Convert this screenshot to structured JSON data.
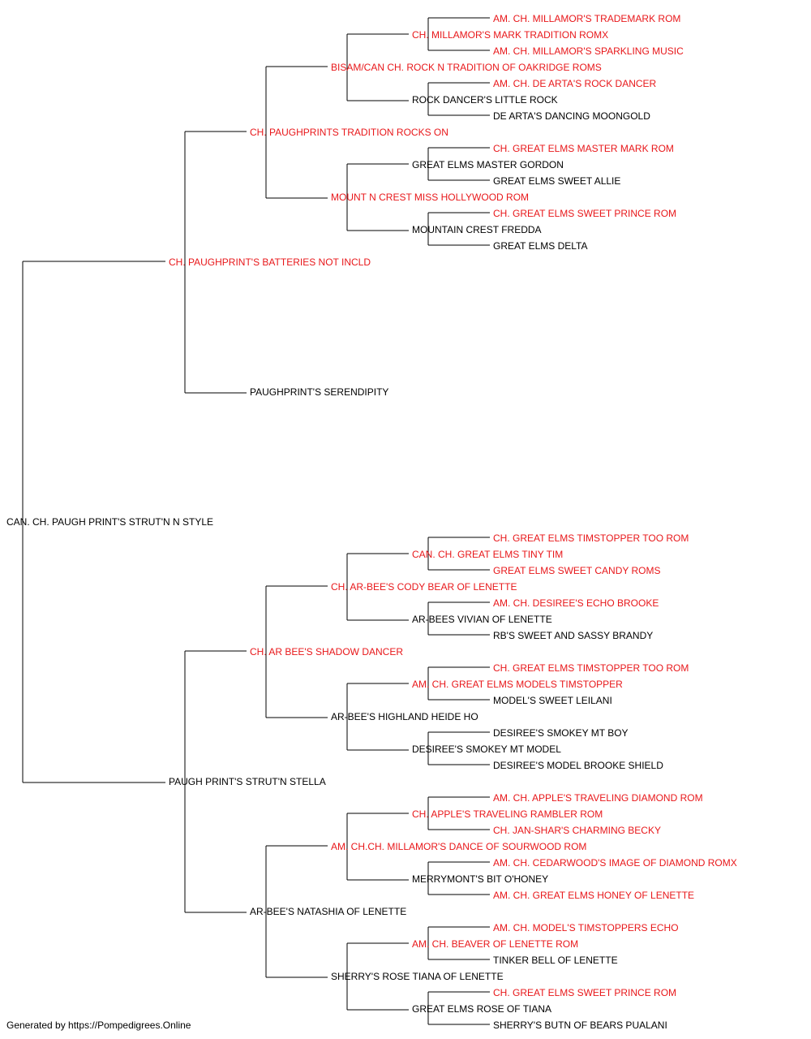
{
  "colors": {
    "champion": "#e8171a",
    "normal": "#000000",
    "line": "#000000"
  },
  "pedigree": {
    "subject": {
      "name": "CAN. CH. PAUGH PRINT'S STRUT'N N STYLE",
      "ch": false
    },
    "sire": {
      "name": "CH. PAUGHPRINT'S BATTERIES NOT INCLD",
      "ch": true
    },
    "dam": {
      "name": "PAUGH PRINT'S STRUT'N STELLA",
      "ch": false
    },
    "sire_sire": {
      "name": "CH. PAUGHPRINTS TRADITION ROCKS ON",
      "ch": true
    },
    "sire_dam": {
      "name": "PAUGHPRINT'S SERENDIPITY",
      "ch": false
    },
    "dam_sire": {
      "name": "CH. AR BEE'S SHADOW DANCER",
      "ch": true
    },
    "dam_dam": {
      "name": "AR-BEE'S NATASHIA OF LENETTE",
      "ch": false
    },
    "ss_sire": {
      "name": "BISAM/CAN CH. ROCK N TRADITION OF OAKRIDGE ROMS",
      "ch": true
    },
    "ss_dam": {
      "name": "MOUNT N CREST MISS HOLLYWOOD ROM",
      "ch": true
    },
    "ds_sire": {
      "name": "CH. AR-BEE'S CODY BEAR OF LENETTE",
      "ch": true
    },
    "ds_dam": {
      "name": "AR-BEE'S HIGHLAND HEIDE HO",
      "ch": false
    },
    "dd_sire": {
      "name": "AM. CH.CH. MILLAMOR'S DANCE OF SOURWOOD ROM",
      "ch": true
    },
    "dd_dam": {
      "name": "SHERRY'S ROSE TIANA OF LENETTE",
      "ch": false
    },
    "g4": [
      {
        "name": "CH. MILLAMOR'S MARK TRADITION ROMX",
        "ch": true
      },
      {
        "name": "ROCK DANCER'S LITTLE ROCK",
        "ch": false
      },
      {
        "name": "GREAT ELMS MASTER GORDON",
        "ch": false
      },
      {
        "name": "MOUNTAIN CREST FREDDA",
        "ch": false
      },
      {
        "name": "CAN. CH. GREAT ELMS TINY TIM",
        "ch": true
      },
      {
        "name": "AR-BEES VIVIAN OF LENETTE",
        "ch": false
      },
      {
        "name": "AM. CH. GREAT ELMS MODELS TIMSTOPPER",
        "ch": true
      },
      {
        "name": "DESIREE'S SMOKEY MT MODEL",
        "ch": false
      },
      {
        "name": "CH. APPLE'S TRAVELING RAMBLER ROM",
        "ch": true
      },
      {
        "name": "MERRYMONT'S BIT O'HONEY",
        "ch": false
      },
      {
        "name": "AM. CH. BEAVER OF LENETTE ROM",
        "ch": true
      },
      {
        "name": "GREAT ELMS ROSE OF TIANA",
        "ch": false
      }
    ],
    "g5": [
      {
        "name": "AM. CH. MILLAMOR'S TRADEMARK ROM",
        "ch": true
      },
      {
        "name": "AM. CH. MILLAMOR'S SPARKLING MUSIC",
        "ch": true
      },
      {
        "name": "AM. CH. DE ARTA'S ROCK DANCER",
        "ch": true
      },
      {
        "name": "DE ARTA'S DANCING MOONGOLD",
        "ch": false
      },
      {
        "name": "CH. GREAT ELMS MASTER MARK ROM",
        "ch": true
      },
      {
        "name": "GREAT ELMS SWEET ALLIE",
        "ch": false
      },
      {
        "name": "CH. GREAT ELMS SWEET PRINCE ROM",
        "ch": true
      },
      {
        "name": "GREAT ELMS DELTA",
        "ch": false
      },
      {
        "name": "CH. GREAT ELMS TIMSTOPPER TOO ROM",
        "ch": true
      },
      {
        "name": "GREAT ELMS SWEET CANDY ROMS",
        "ch": true
      },
      {
        "name": "AM. CH. DESIREE'S ECHO BROOKE",
        "ch": true
      },
      {
        "name": "RB'S SWEET AND SASSY BRANDY",
        "ch": false
      },
      {
        "name": "CH. GREAT ELMS TIMSTOPPER TOO ROM",
        "ch": true
      },
      {
        "name": "MODEL'S SWEET LEILANI",
        "ch": false
      },
      {
        "name": "DESIREE'S SMOKEY MT BOY",
        "ch": false
      },
      {
        "name": "DESIREE'S MODEL BROOKE SHIELD",
        "ch": false
      },
      {
        "name": "AM. CH. APPLE'S TRAVELING DIAMOND ROM",
        "ch": true
      },
      {
        "name": "CH. JAN-SHAR'S CHARMING BECKY",
        "ch": true
      },
      {
        "name": "AM. CH. CEDARWOOD'S IMAGE OF DIAMOND ROMX",
        "ch": true
      },
      {
        "name": "AM. CH. GREAT ELMS HONEY OF LENETTE",
        "ch": true
      },
      {
        "name": "AM. CH. MODEL'S TIMSTOPPERS ECHO",
        "ch": true
      },
      {
        "name": "TINKER BELL OF LENETTE",
        "ch": false
      },
      {
        "name": "CH. GREAT ELMS SWEET PRINCE ROM",
        "ch": true
      },
      {
        "name": "SHERRY'S BUTN OF BEARS PUALANI",
        "ch": false
      }
    ]
  },
  "footer": {
    "text": "Generated by https://Pompedigrees.Online"
  }
}
